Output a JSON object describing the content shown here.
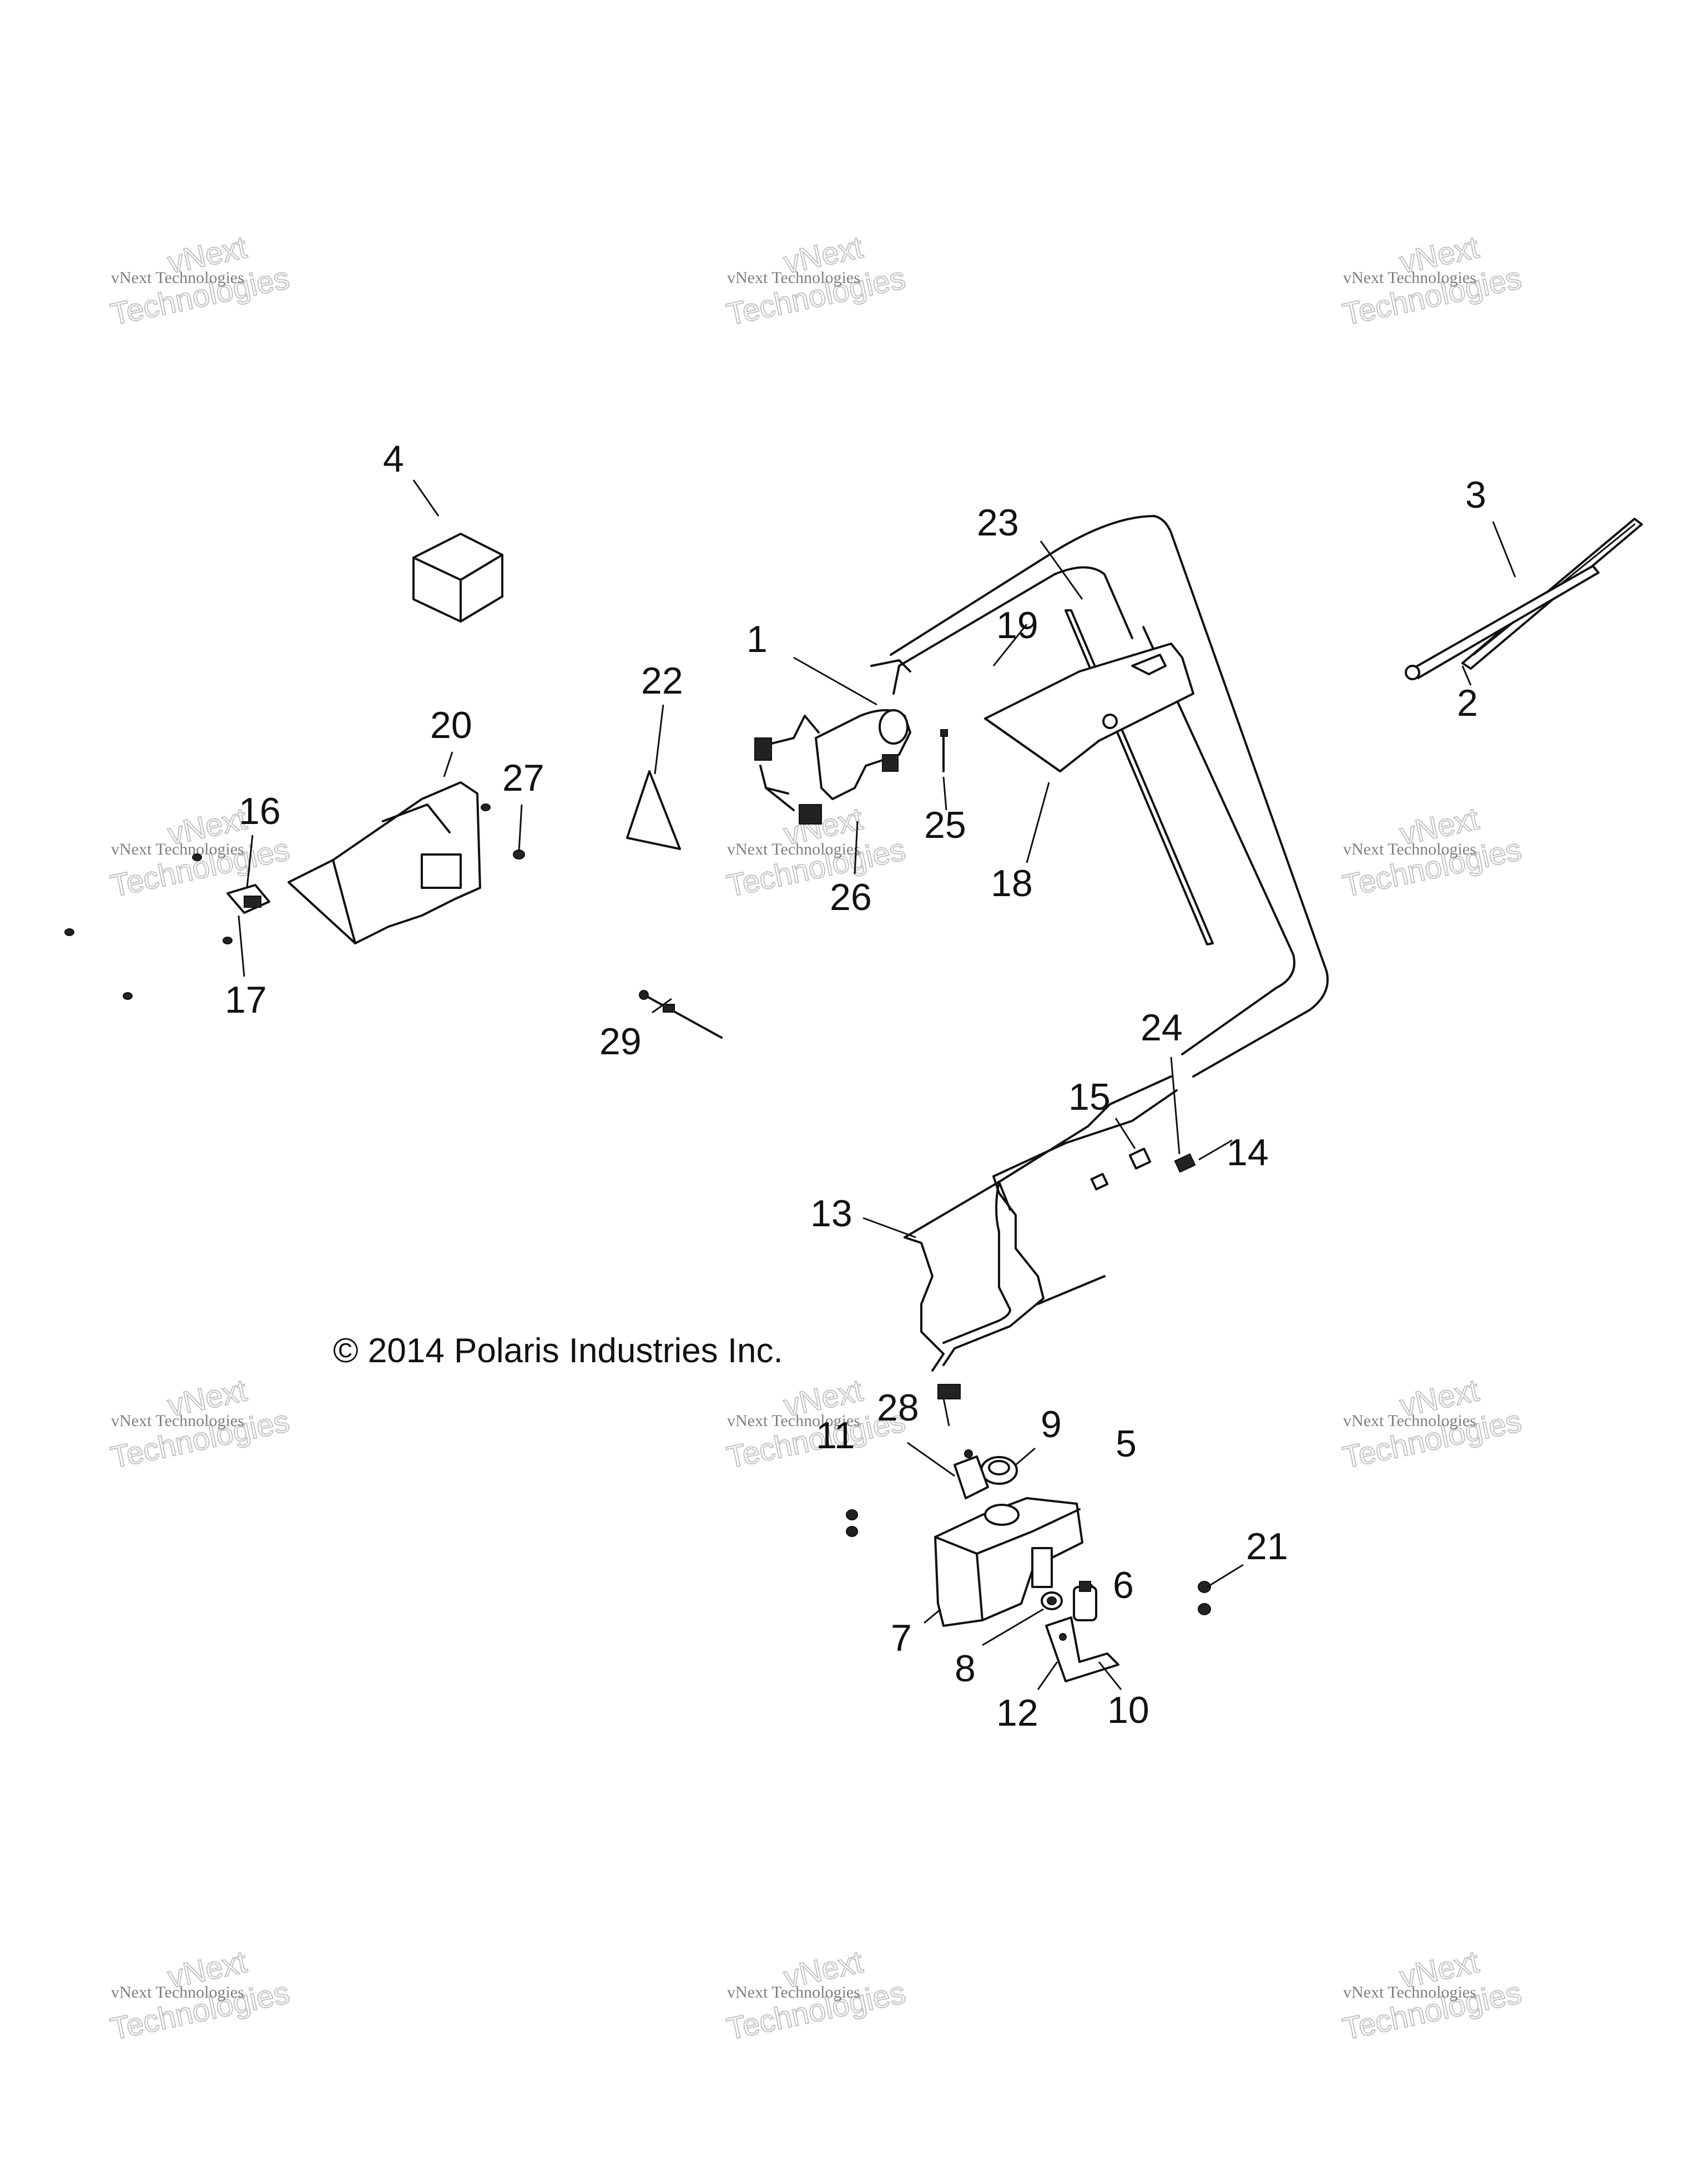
{
  "copyright": "© 2014 Polaris Industries Inc.",
  "watermark": {
    "line1": "vNext Technologies",
    "line2": "vNext\nTechnologies"
  },
  "callouts": [
    "1",
    "2",
    "3",
    "4",
    "5",
    "6",
    "7",
    "8",
    "9",
    "10",
    "11",
    "12",
    "13",
    "14",
    "15",
    "16",
    "17",
    "18",
    "19",
    "20",
    "21",
    "22",
    "23",
    "24",
    "25",
    "26",
    "27",
    "28",
    "29"
  ]
}
